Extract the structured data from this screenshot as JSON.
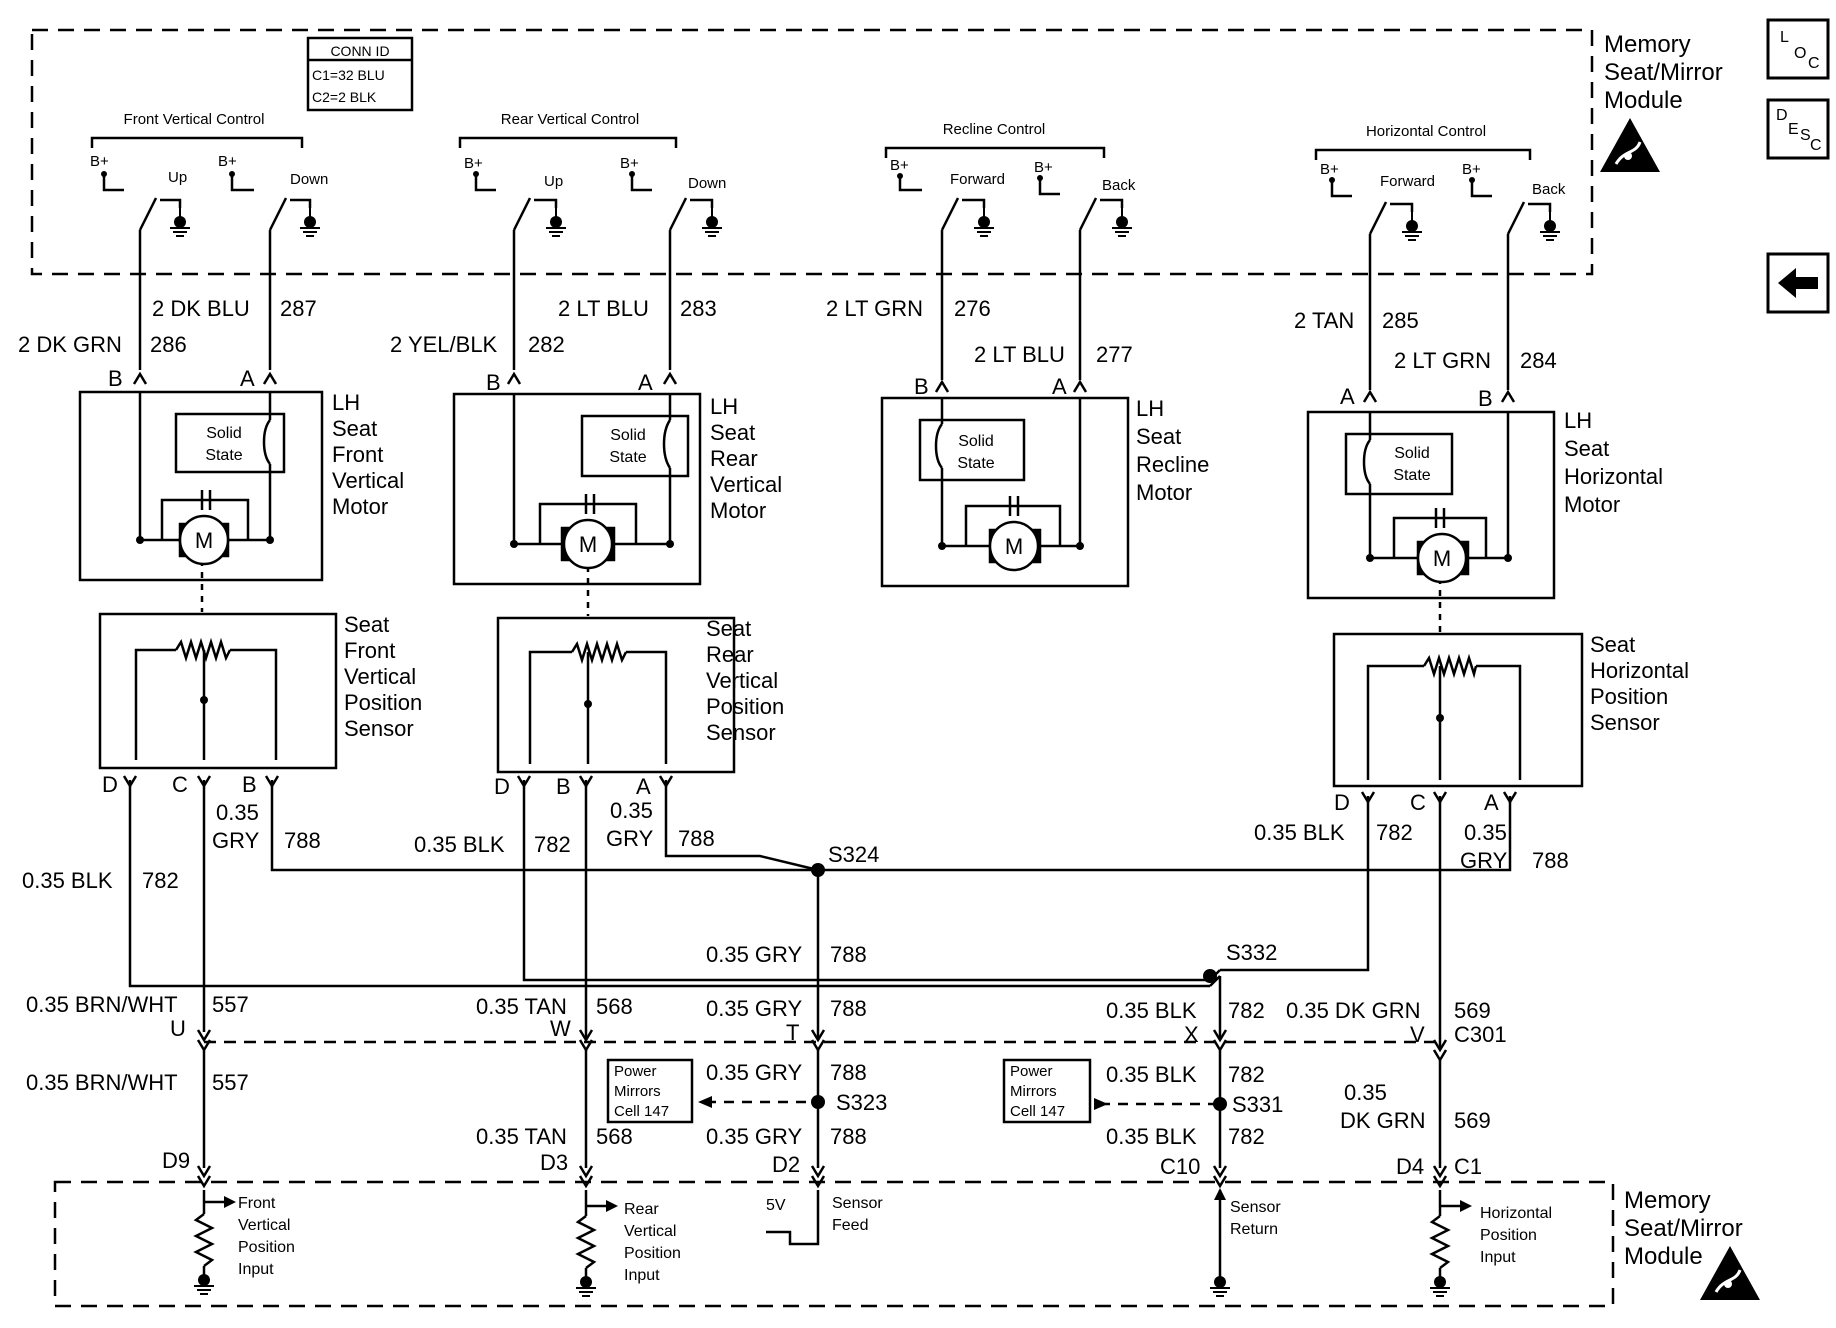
{
  "nav": {
    "loc_main": "L",
    "loc_sub1": "O",
    "loc_sub2": "C",
    "desc_main": "D",
    "desc_sub1": "E",
    "desc_sub2": "S",
    "desc_sub3": "C",
    "back_icon": "left-arrow-icon"
  },
  "module": {
    "top_label_line1": "Memory",
    "top_label_line2": "Seat/Mirror",
    "top_label_line3": "Module",
    "bottom_label_line1": "Memory",
    "bottom_label_line2": "Seat/Mirror",
    "bottom_label_line3": "Module"
  },
  "conn_id": {
    "title": "CONN ID",
    "c1": "C1=32 BLU",
    "c2": "C2=2 BLK"
  },
  "controls": {
    "front_vertical": "Front Vertical Control",
    "rear_vertical": "Rear Vertical Control",
    "recline": "Recline Control",
    "horizontal": "Horizontal Control",
    "bplus": "B+",
    "up": "Up",
    "down": "Down",
    "forward": "Forward",
    "back": "Back"
  },
  "wires": {
    "w286": "2 DK GRN",
    "n286": "286",
    "w287": "2 DK BLU",
    "n287": "287",
    "w282": "2 YEL/BLK",
    "n282": "282",
    "w283": "2 LT BLU",
    "n283": "283",
    "w276": "2 LT GRN",
    "n276": "276",
    "w277": "2 LT BLU",
    "n277": "277",
    "w285": "2 TAN",
    "n285": "285",
    "w284": "2 LT GRN",
    "n284": "284",
    "blk035": "0.35 BLK",
    "n782": "782",
    "gry035_a": "0.35",
    "gry035_b": "GRY",
    "gry035": "0.35 GRY",
    "n788": "788",
    "brnwht035": "0.35 BRN/WHT",
    "n557": "557",
    "tan035": "0.35 TAN",
    "n568": "568",
    "dkgrn035": "0.35 DK GRN",
    "dkgrn035_a": "0.35",
    "dkgrn035_b": "DK GRN",
    "n569": "569"
  },
  "pins": {
    "a": "A",
    "b": "B",
    "c": "C",
    "d": "D"
  },
  "motors": {
    "solid1": "Solid",
    "solid2": "State",
    "m": "M",
    "front": [
      "LH",
      "Seat",
      "Front",
      "Vertical",
      "Motor"
    ],
    "rear": [
      "LH",
      "Seat",
      "Rear",
      "Vertical",
      "Motor"
    ],
    "recline": [
      "LH",
      "Seat",
      "Recline",
      "Motor"
    ],
    "horizontal": [
      "LH",
      "Seat",
      "Horizontal",
      "Motor"
    ]
  },
  "sensors": {
    "front": [
      "Seat",
      "Front",
      "Vertical",
      "Position",
      "Sensor"
    ],
    "rear": [
      "Seat",
      "Rear",
      "Vertical",
      "Position",
      "Sensor"
    ],
    "horizontal": [
      "Seat",
      "Horizontal",
      "Position",
      "Sensor"
    ]
  },
  "splices": {
    "s324": "S324",
    "s332": "S332",
    "s323": "S323",
    "s331": "S331"
  },
  "connector": {
    "u": "U",
    "w": "W",
    "t": "T",
    "x": "X",
    "v": "V",
    "c301": "C301",
    "d9": "D9",
    "d3": "D3",
    "d2": "D2",
    "c10": "C10",
    "d4": "D4",
    "c1": "C1"
  },
  "power_mirrors": [
    "Power",
    "Mirrors",
    "Cell 147"
  ],
  "inputs": {
    "front": [
      "Front",
      "Vertical",
      "Position",
      "Input"
    ],
    "rear": [
      "Rear",
      "Vertical",
      "Position",
      "Input"
    ],
    "feed": [
      "Sensor",
      "Feed"
    ],
    "five_v": "5V",
    "return": [
      "Sensor",
      "Return"
    ],
    "horizontal": [
      "Horizontal",
      "Position",
      "Input"
    ]
  }
}
